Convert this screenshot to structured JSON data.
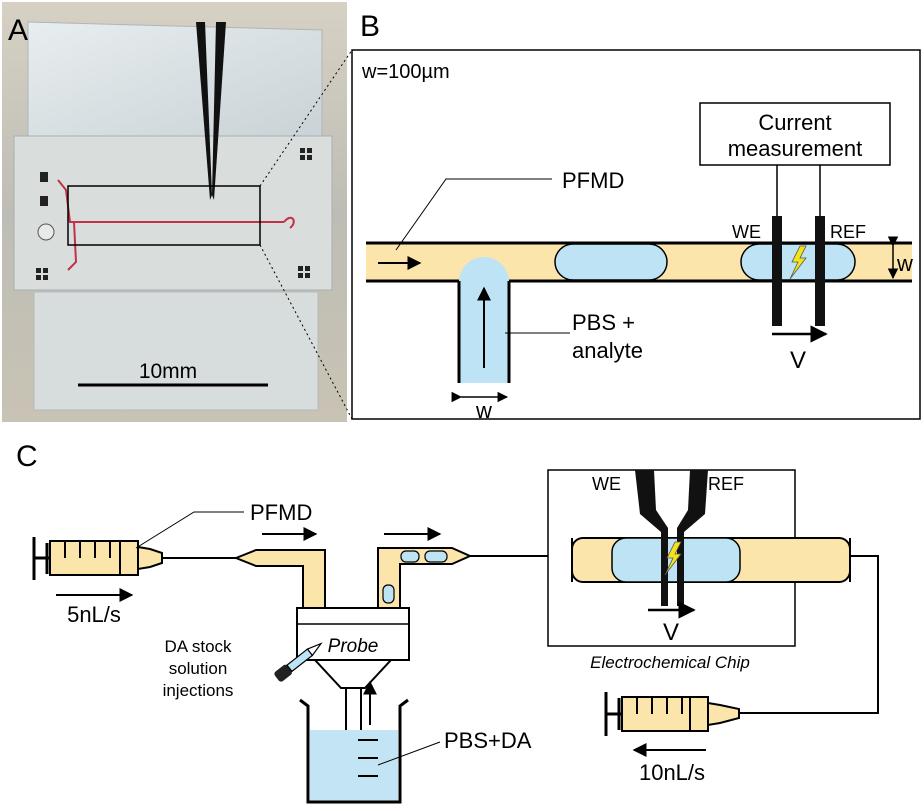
{
  "panels": {
    "a": "A",
    "b": "B",
    "c": "C"
  },
  "panel_a": {
    "scale_bar": "10mm"
  },
  "panel_b": {
    "width_note": "w=100µm",
    "pfmd": "PFMD",
    "pbs_line1": "PBS +",
    "pbs_line2": "analyte",
    "w_bottom": "w",
    "w_right": "w",
    "current_line1": "Current",
    "current_line2": "measurement",
    "we": "WE",
    "ref": "REF",
    "voltage": "V"
  },
  "panel_c": {
    "pfmd": "PFMD",
    "flow_in": "5nL/s",
    "probe": "Probe",
    "da_line1": "DA stock",
    "da_line2": "solution",
    "da_line3": "injections",
    "pbs_da": "PBS+DA",
    "we": "WE",
    "ref": "REF",
    "voltage": "V",
    "chip": "Electrochemical Chip",
    "flow_out": "10nL/s"
  },
  "colors": {
    "oil": "#fbe5ab",
    "aqueous": "#bde3f4",
    "beaker_fill": "#c2e4f4",
    "outline": "#111111",
    "chip_text": "#1f3d57"
  }
}
